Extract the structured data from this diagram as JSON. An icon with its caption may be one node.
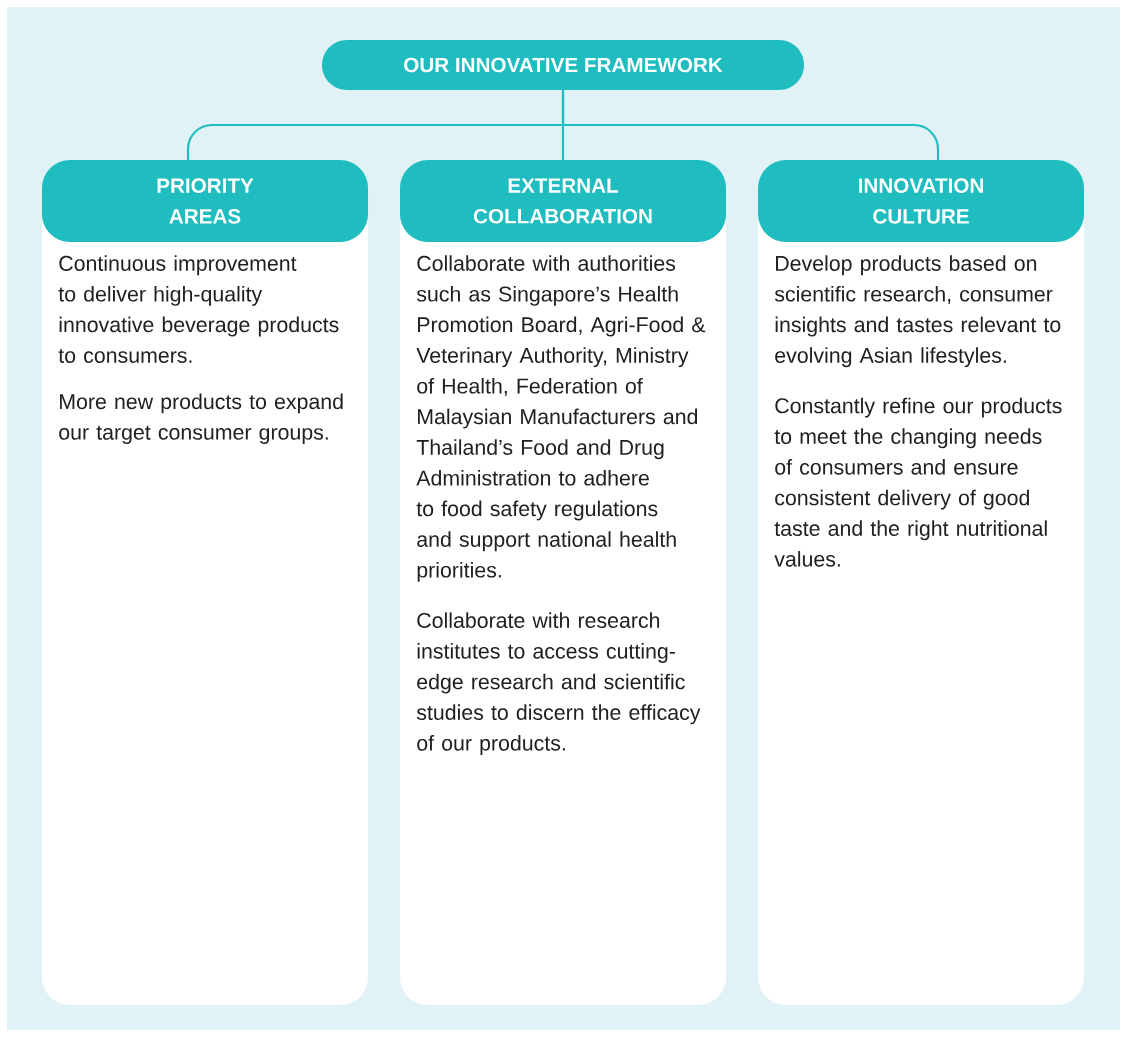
{
  "diagram": {
    "nodes": [
      {
        "text": [
          "OUR INNOVATIVE FRAMEWORK"
        ]
      },
      {
        "text": [
          "PRIORITY AREAS",
          "Continuous improvement to deliver high-quality innovative beverage products to consumers.",
          "More new products to expand our target consumer groups."
        ]
      },
      {
        "text": [
          "EXTERNAL COLLABORATION",
          "Collaborate with authorities such as Singapore’s Health Promotion Board, Agri-Food & Veterinary Authority, Ministry of Health, Federation of Malaysian Manufacturers and Thailand’s Food and Drug Administration to adhere to food safety regulations and support national health priorities.",
          "Collaborate with research institutes to access cutting-edge research and scientific studies to discern the efficacy of our products."
        ]
      },
      {
        "text": [
          "INNOVATION CULTURE",
          "Develop products based on scientific research, consumer insights and tastes relevant to evolving Asian lifestyles.",
          "Constantly refine our products to meet the changing needs of consumers and ensure consistent delivery of good taste and the right nutritional values."
        ]
      }
    ],
    "edges": [
      {
        "from": 0,
        "to": 1,
        "arrow": "none"
      },
      {
        "from": 0,
        "to": 2,
        "arrow": "none"
      },
      {
        "from": 0,
        "to": 3,
        "arrow": "none"
      }
    ]
  }
}
